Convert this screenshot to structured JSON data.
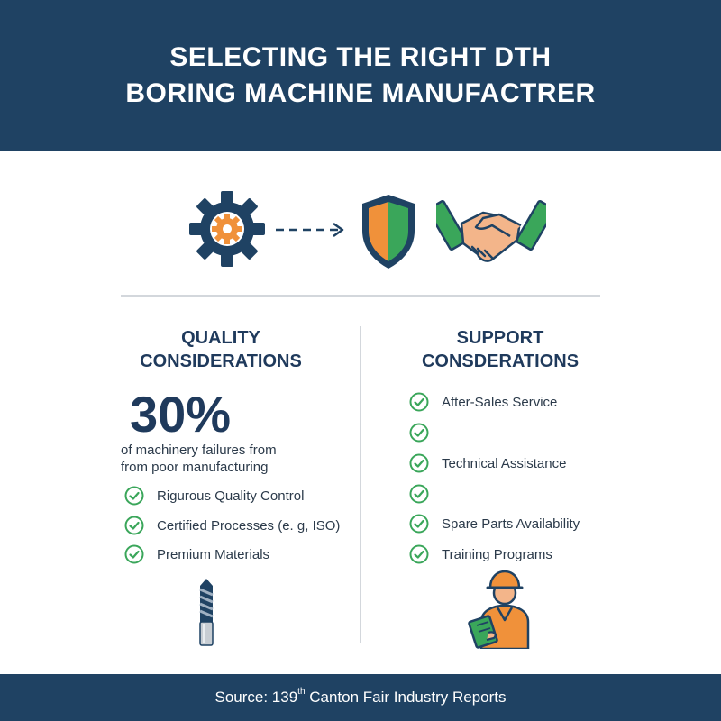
{
  "header": {
    "title_line1": "SELECTING THE RIGHT DTH",
    "title_line2": "BORING MACHINE MANUFACTRER"
  },
  "icons": [
    "gear-icon",
    "dashed-arrow-icon",
    "shield-icon",
    "handshake-icon",
    "drill-bit-icon",
    "engineer-icon"
  ],
  "colors": {
    "navy": "#1f4263",
    "orange": "#f0913a",
    "green": "#3aa65a",
    "text": "#1f3a5c"
  },
  "quality": {
    "title_line1": "QUALITY",
    "title_line2": "CONSIDERATIONS",
    "stat": "30%",
    "stat_desc_line1": "of machinery failures from",
    "stat_desc_line2": "from poor manufacturing",
    "items": [
      "Rigurous Quality Control",
      "Certified Processes (e. g, ISO)",
      "Premium Materials"
    ]
  },
  "support": {
    "title_line1": "SUPPORT",
    "title_line2": "CONSDERATIONS",
    "items": [
      "After-Sales Service",
      "",
      "Technical Assistance",
      "",
      "Spare Parts Availability",
      "Training Programs"
    ]
  },
  "footer": {
    "prefix": "Source: 139",
    "superscript": "th",
    "suffix": " Canton Fair Industry Reports"
  }
}
